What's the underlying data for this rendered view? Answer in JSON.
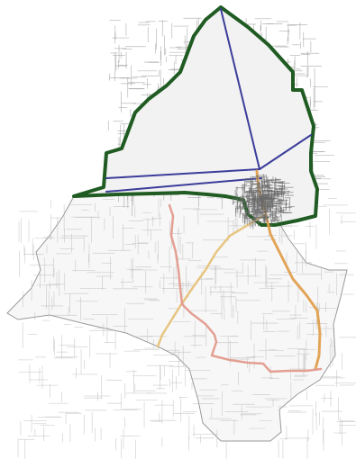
{
  "map": {
    "colors": {
      "background": "#ffffff",
      "county_fill": "#f7f7f7",
      "county_edge": "#9a9a9a",
      "road_grid": "#b8b8b8",
      "road_dense": "#8a8a8a",
      "zone_outline": "#1f5b22",
      "zone_fill": "#f2f2f2",
      "divider_lines": "#3b3d9a",
      "route_orange": "#e0a04f",
      "route_yellow": "#e6c27a",
      "route_pink": "#e39a8d"
    },
    "layers": [
      {
        "name": "county-area",
        "kind": "polygon"
      },
      {
        "name": "road-network",
        "kind": "lines"
      },
      {
        "name": "northern-zone",
        "kind": "polygon"
      },
      {
        "name": "zone-divider-lines",
        "kind": "lines"
      },
      {
        "name": "major-routes",
        "kind": "lines"
      }
    ]
  }
}
